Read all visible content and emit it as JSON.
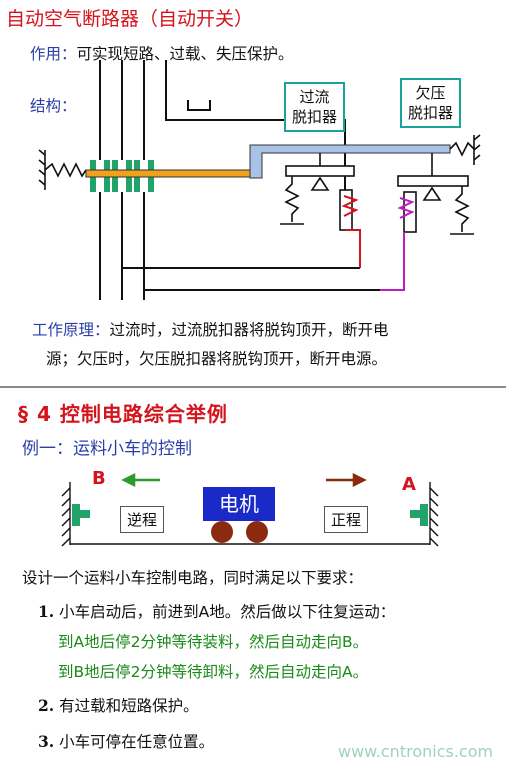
{
  "header": {
    "title": "自动空气断路器（自动开关）"
  },
  "function": {
    "label": "作用：",
    "text": "可实现短路、过载、失压保护。"
  },
  "structure": {
    "label": "结构："
  },
  "callouts": {
    "overcurrent": [
      "过流",
      "脱扣器"
    ],
    "undervoltage": [
      "欠压",
      "脱扣器"
    ]
  },
  "principle": {
    "label": "工作原理：",
    "line1": "过流时，过流脱扣器将脱钩顶开，断开电",
    "line2": "源；欠压时，欠压脱扣器将脱钩顶开，断开电源。"
  },
  "section": {
    "title": "§ 4  控制电路综合举例"
  },
  "example": {
    "label": "例一：",
    "title": "运料小车的控制"
  },
  "cart": {
    "left_label": "B",
    "right_label": "A",
    "motor": "电机",
    "reverse": "逆程",
    "forward": "正程",
    "colors": {
      "motor": "#1a2ac8",
      "wheels": "#8b2a10",
      "arrow_left": "#2e9a2e",
      "arrow_right": "#8b2a10",
      "end_stop": "#22a36a"
    }
  },
  "requirements": {
    "intro": "设计一个运料小车控制电路，同时满足以下要求：",
    "items": [
      {
        "num": "1.",
        "text": "小车启动后，前进到A地。然后做以下往复运动：",
        "sub": [
          "到A地后停2分钟等待装料，然后自动走向B。",
          "到B地后停2分钟等待卸料，然后自动走向A。"
        ]
      },
      {
        "num": "2.",
        "text": "有过载和短路保护。"
      },
      {
        "num": "3.",
        "text": "小车可停在任意位置。"
      }
    ]
  },
  "watermark": "www.cntronics.com",
  "colors": {
    "title": "#d4141c",
    "label_blue": "#2b3ea8",
    "sub_green": "#1a8a1a",
    "callout_border": "#1aa39a"
  }
}
